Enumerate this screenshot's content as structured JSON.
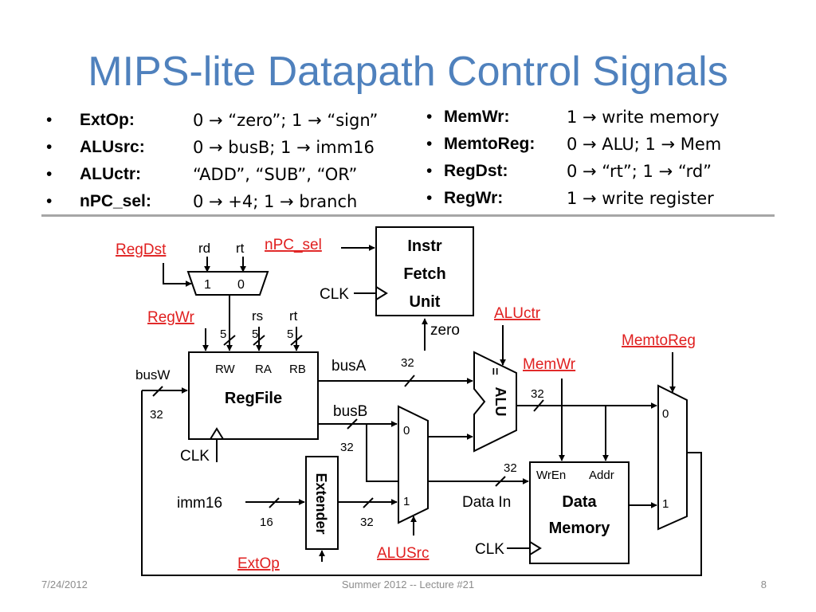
{
  "slide": {
    "title": "MIPS-lite Datapath Control Signals",
    "bullet_char": "•",
    "left_bullets": [
      {
        "name": "ExtOp:",
        "desc": "0 → “zero”; 1 → “sign”"
      },
      {
        "name": "ALUsrc:",
        "desc": "0 → busB; 1 → imm16"
      },
      {
        "name": "ALUctr:",
        "desc": "“ADD”, “SUB”, “OR”"
      },
      {
        "name": "nPC_sel:",
        "desc": "0 → +4; 1 → branch"
      }
    ],
    "right_bullets": [
      {
        "name": "MemWr:",
        "desc": "1 → write memory"
      },
      {
        "name": "MemtoReg:",
        "desc": "0 → ALU; 1 → Mem"
      },
      {
        "name": "RegDst:",
        "desc": "0 → “rt”; 1 → “rd”"
      },
      {
        "name": "RegWr:",
        "desc": "1 → write register"
      }
    ]
  },
  "diagram": {
    "control_signals": {
      "regdst": "RegDst",
      "npc_sel": "nPC_sel",
      "regwr": "RegWr",
      "aluctr": "ALUctr",
      "memtoreg": "MemtoReg",
      "memwr": "MemWr",
      "alusrc": "ALUSrc",
      "extop": "ExtOp"
    },
    "instr_fetch": {
      "line1": "Instr",
      "line2": "Fetch",
      "line3": "Unit"
    },
    "regfile": {
      "name": "RegFile",
      "rw": "RW",
      "ra": "RA",
      "rb": "RB"
    },
    "data_memory": {
      "line1": "Data",
      "line2": "Memory",
      "wren": "WrEn",
      "addr": "Addr",
      "data_in": "Data In"
    },
    "extender": "Extender",
    "alu": "ALU",
    "alu_eq": "=",
    "labels": {
      "rd": "rd",
      "rt": "rt",
      "rs": "rs",
      "rt2": "rt",
      "mux_one": "1",
      "mux_zero": "0",
      "zero": "zero",
      "busA": "busA",
      "busB": "busB",
      "busW": "busW",
      "imm16": "imm16",
      "clk": "CLK",
      "w5a": "5",
      "w5b": "5",
      "w5c": "5",
      "w32": "32",
      "w16": "16"
    }
  },
  "footer": {
    "date": "7/24/2012",
    "center": "Summer 2012 -- Lecture #21",
    "page": "8"
  }
}
